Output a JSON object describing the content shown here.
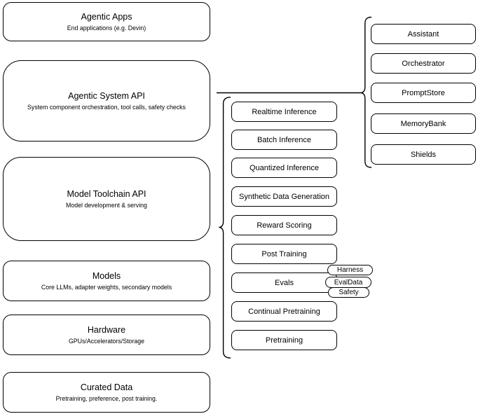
{
  "stack": {
    "agentic_apps": {
      "title": "Agentic Apps",
      "subtitle": "End applications (e.g. Devin)"
    },
    "agentic_system_api": {
      "title": "Agentic System API",
      "subtitle": "System component orchestration, tool calls, safety checks"
    },
    "model_toolchain_api": {
      "title": "Model Toolchain API",
      "subtitle": "Model development & serving"
    },
    "models": {
      "title": "Models",
      "subtitle": "Core LLMs, adapter weights, secondary models"
    },
    "hardware": {
      "title": "Hardware",
      "subtitle": "GPUs/Accelerators/Storage"
    },
    "curated_data": {
      "title": "Curated Data",
      "subtitle": "Pretraining, preference, post training."
    }
  },
  "toolchain_group": {
    "items": [
      "Realtime Inference",
      "Batch Inference",
      "Quantized Inference",
      "Synthetic Data Generation",
      "Reward Scoring",
      "Post Training",
      "Evals",
      "Continual Pretraining",
      "Pretraining"
    ],
    "eval_tags": [
      "Harness",
      "EvalData",
      "Safety"
    ]
  },
  "system_group": {
    "items": [
      "Assistant",
      "Orchestrator",
      "PromptStore",
      "MemoryBank",
      "Shields"
    ]
  },
  "colors": {
    "line": "#000000",
    "background": "#ffffff",
    "text": "#000000"
  }
}
